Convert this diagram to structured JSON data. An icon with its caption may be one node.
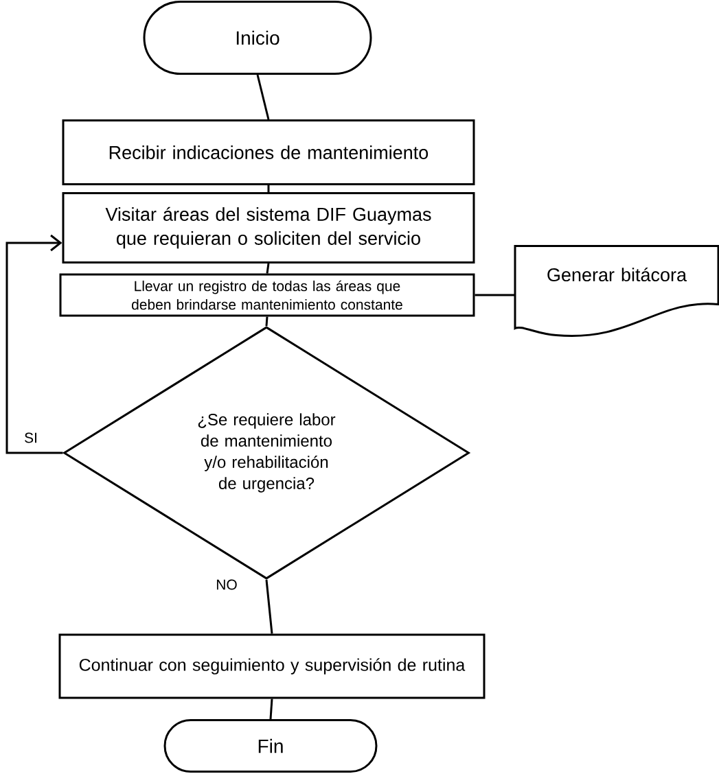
{
  "diagram": {
    "nodes": [
      {
        "text": [
          "Inicio"
        ]
      },
      {
        "text": [
          "Recibir indicaciones de mantenimiento"
        ]
      },
      {
        "text": [
          "Visitar áreas del sistema DIF Guaymas que requieran o soliciten del servicio"
        ]
      },
      {
        "text": [
          "Llevar un registro de todas las áreas que deben brindarse mantenimiento constante"
        ]
      },
      {
        "text": [
          "Generar bitácora"
        ]
      },
      {
        "text": [
          "¿Se requiere labor de mantenimiento y/o rehabilitación de urgencia?"
        ]
      },
      {
        "text": [
          "Continuar con seguimiento y  supervisión de rutina"
        ]
      },
      {
        "text": [
          "Fin"
        ]
      }
    ],
    "edges": [
      {
        "from": 0,
        "to": 1,
        "arrow": "none"
      },
      {
        "from": 1,
        "to": 2,
        "arrow": "none"
      },
      {
        "from": 2,
        "to": 3,
        "arrow": "none"
      },
      {
        "from": 3,
        "to": 4,
        "arrow": "none"
      },
      {
        "from": 3,
        "to": 5,
        "arrow": "none"
      },
      {
        "from": 5,
        "to": 2,
        "arrow": "to",
        "label": "SI"
      },
      {
        "from": 5,
        "to": 6,
        "arrow": "none",
        "label": "NO"
      },
      {
        "from": 6,
        "to": 7,
        "arrow": "none"
      }
    ]
  }
}
